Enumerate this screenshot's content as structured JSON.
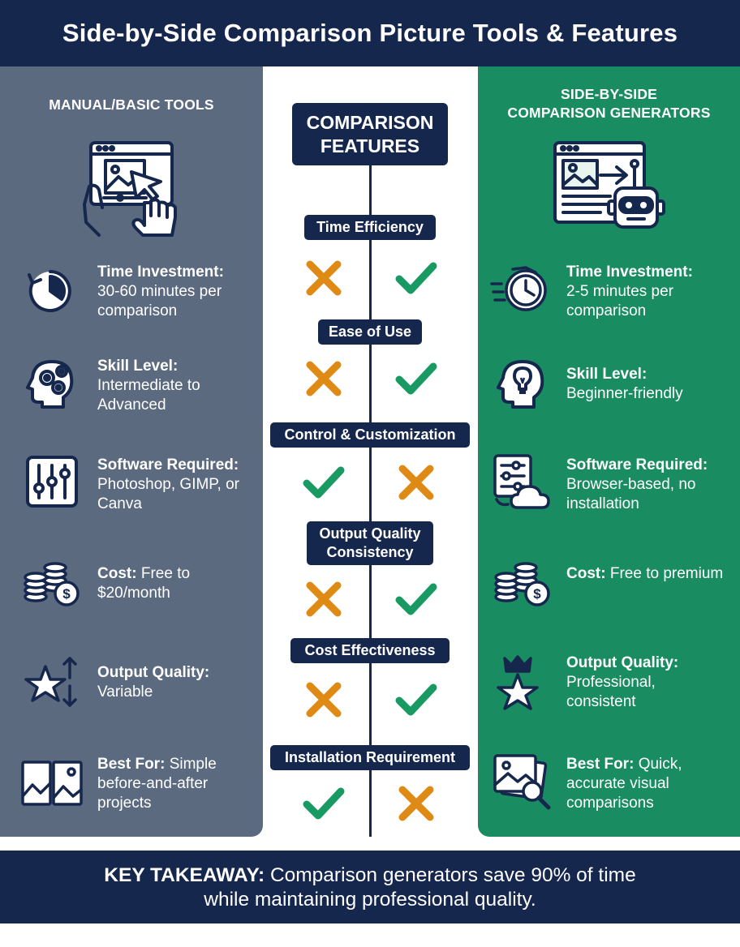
{
  "title": "Side-by-Side Comparison Picture Tools & Features",
  "left_column": {
    "title": "MANUAL/BASIC TOOLS",
    "hero_icon": "hand-touch-image-editor-icon",
    "color": "#5c6a80",
    "features": [
      {
        "icon": "clock-icon",
        "label": "Time Investment:",
        "value": "30-60 minutes per comparison"
      },
      {
        "icon": "head-gears-icon",
        "label": "Skill Level:",
        "value": "Intermediate to Advanced"
      },
      {
        "icon": "sliders-icon",
        "label": "Software Required:",
        "value": "Photoshop, GIMP, or Canva"
      },
      {
        "icon": "coins-icon",
        "label": "Cost:",
        "value": "Free to $20/month"
      },
      {
        "icon": "star-arrows-icon",
        "label": "Output Quality:",
        "value": "Variable"
      },
      {
        "icon": "two-images-icon",
        "label": "Best For:",
        "value": "Simple before-and-after projects"
      }
    ]
  },
  "right_column": {
    "title_line1": "SIDE-BY-SIDE",
    "title_line2": "COMPARISON GENERATORS",
    "hero_icon": "robot-browser-icon",
    "color": "#1a8c62",
    "features": [
      {
        "icon": "fast-clock-icon",
        "label": "Time Investment:",
        "value": "2-5 minutes per comparison"
      },
      {
        "icon": "head-lightbulb-icon",
        "label": "Skill Level:",
        "value": "Beginner-friendly"
      },
      {
        "icon": "cloud-settings-icon",
        "label": "Software Required:",
        "value": "Browser-based, no installation"
      },
      {
        "icon": "coins-icon",
        "label": "Cost:",
        "value": "Free to premium"
      },
      {
        "icon": "crown-star-icon",
        "label": "Output Quality:",
        "value": "Professional, consistent"
      },
      {
        "icon": "images-magnifier-icon",
        "label": "Best For:",
        "value": "Quick, accurate visual comparisons"
      }
    ]
  },
  "center": {
    "title_line1": "COMPARISON",
    "title_line2": "FEATURES",
    "criteria": [
      {
        "label": "Time Efficiency",
        "left": "cross",
        "right": "check"
      },
      {
        "label": "Ease of Use",
        "left": "cross",
        "right": "check"
      },
      {
        "label": "Control & Customization",
        "left": "check",
        "right": "cross"
      },
      {
        "label_line1": "Output Quality",
        "label_line2": "Consistency",
        "left": "cross",
        "right": "check"
      },
      {
        "label": "Cost Effectiveness",
        "left": "cross",
        "right": "check"
      },
      {
        "label": "Installation Requirement",
        "left": "check",
        "right": "cross"
      }
    ],
    "colors": {
      "check": "#1a9a63",
      "cross": "#e08a16",
      "navy": "#16274d"
    }
  },
  "footer": {
    "label": "KEY TAKEAWAY:",
    "line1": "Comparison generators save 90% of time",
    "line2": "while maintaining professional quality."
  }
}
